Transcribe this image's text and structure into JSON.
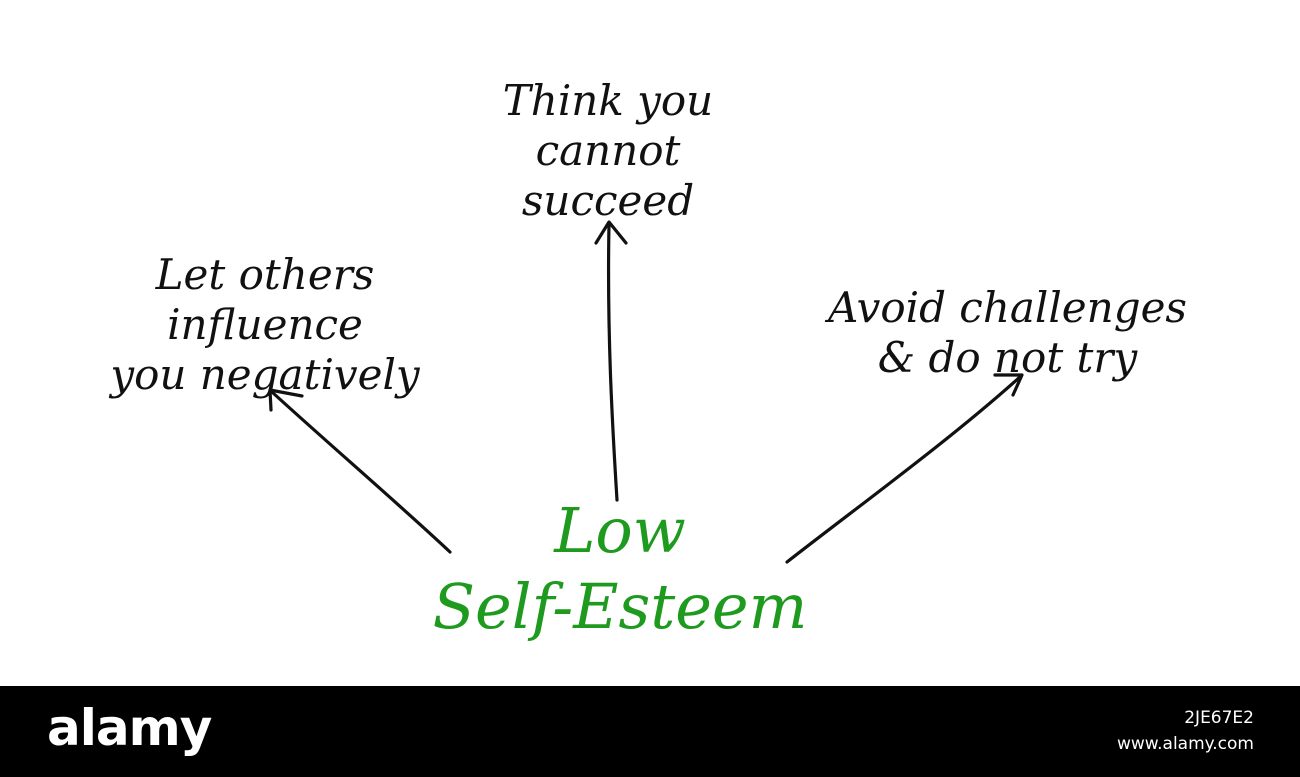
{
  "diagram": {
    "center": {
      "line1": "Low",
      "line2": "Self-Esteem",
      "color": "#1e9a1e"
    },
    "nodes": {
      "top": {
        "lines": [
          "Think you",
          "cannot",
          "succeed"
        ]
      },
      "left": {
        "lines": [
          "Let others",
          "influence",
          "you negatively"
        ]
      },
      "right": {
        "lines": [
          "Avoid challenges",
          "& do not try"
        ]
      }
    },
    "text_color": "#111111",
    "arrow_color": "#111111"
  },
  "watermark": {
    "brand": "alamy",
    "image_id": "2JE67E2",
    "url": "www.alamy.com",
    "background": "#000000"
  }
}
